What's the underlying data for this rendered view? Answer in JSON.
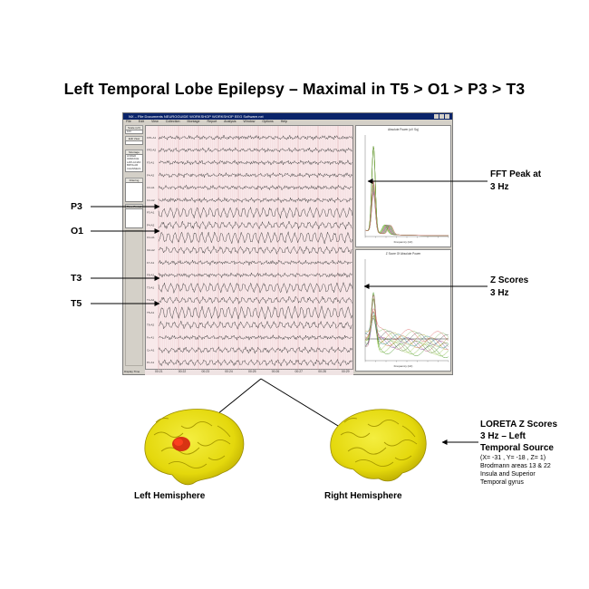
{
  "page": {
    "title": "Left Temporal Lobe Epilepsy – Maximal in T5 > O1 > P3 > T3"
  },
  "app": {
    "title_bar": "NX – File Documents NEUROGUIDE WORKSHOP WORKSHOP EEG Software.nxt",
    "menu": [
      "File",
      "Edit",
      "View",
      "Collection",
      "Montage",
      "Report",
      "Analysis",
      "Window",
      "Options",
      "Help"
    ],
    "left_panel": {
      "scale_label": "Scale (uV)",
      "scale_value": "100",
      "edit_label": "Edit View",
      "montage_label": "Montage",
      "montage_items": [
        "LINKED",
        "AVERAGE",
        "LAPLACIAN",
        "BIPOLAR",
        "CHANNELS"
      ],
      "filter_label": "Filtering",
      "time_label": "Time Period",
      "display_time_label": "Display Time"
    },
    "channels": [
      "FP1-A1",
      "FP2-A2",
      "F3-A1",
      "F4-A2",
      "C3-A1",
      "C4-A2",
      "P3-A1",
      "P4-A2",
      "O1-A1",
      "O2-A2",
      "F7-A1",
      "F8-A2",
      "T3-A1",
      "T4-A2",
      "T5-A1",
      "T6-A2",
      "Fz-A1",
      "Cz-A1",
      "Pz-A1"
    ],
    "time_ticks": [
      "00:21",
      "00:22",
      "00:23",
      "00:24",
      "00:25",
      "00:26",
      "00:27",
      "00:28",
      "00:29"
    ],
    "fft_panel": {
      "title": "Absolute Power (uV Sq)",
      "xlabel": "Frequency (Hz)"
    },
    "z_panel": {
      "title": "Z Score Of Absolute Power",
      "xlabel": "Frequency (Hz)"
    }
  },
  "annotations": {
    "channel_labels": [
      "P3",
      "O1",
      "T3",
      "T5"
    ],
    "fft_peak": [
      "FFT Peak at",
      "3 Hz"
    ],
    "z_scores": [
      "Z Scores",
      "3 Hz"
    ],
    "loreta": {
      "title": [
        "LORETA Z Scores",
        "3 Hz – Left",
        "Temporal Source"
      ],
      "details": [
        "(X= -31 , Y= -18 , Z= 1)",
        "Brodmann areas 13 & 22",
        "Insula and Superior",
        "Temporal gyrus"
      ]
    },
    "hemispheres": [
      "Left Hemisphere",
      "Right Hemisphere"
    ]
  },
  "colors": {
    "brain": "#e8e010",
    "source": "#d42010",
    "eeg_bg": "#f8e9ea",
    "title_bar": "#0a246a"
  }
}
